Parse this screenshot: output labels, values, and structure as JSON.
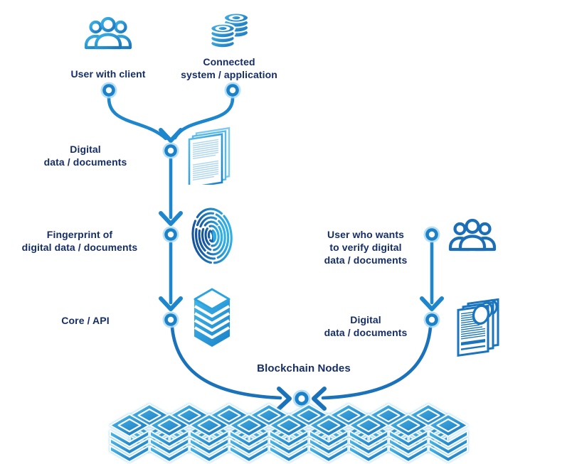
{
  "labels": {
    "user_with_client": "User with client",
    "connected_system": "Connected\nsystem / application",
    "digital_data_top": "Digital\ndata / documents",
    "fingerprint": "Fingerprint of\ndigital data / documents",
    "core_api": "Core / API",
    "verify_user": "User who wants\nto verify digital\ndata / documents",
    "digital_data_right": "Digital\ndata / documents",
    "blockchain_nodes": "Blockchain Nodes"
  },
  "icons": {
    "top_left": "users-group-icon",
    "top_right": "coin-stack-icon",
    "documents_left": "document-pages-icon",
    "fingerprint": "fingerprint-icon",
    "core": "server-stack-icon",
    "verify_users": "users-group-icon",
    "documents_right": "sealed-documents-icon",
    "cluster_unit": "blockchain-node-icon"
  },
  "colors": {
    "label_navy": "#152e66",
    "arrow_blue": "#1e86cd",
    "arrow_dark_blue": "#1a72bb",
    "icon_gradient_light": "#4cbcec",
    "icon_gradient_dark": "#1470ba",
    "icon_flat_dark": "#1b75bc",
    "node_ring": "#1b82ca",
    "node_halo": "#a6d7f1"
  },
  "blockchain_cluster": {
    "back_row_count": 8,
    "front_row_count": 9
  }
}
